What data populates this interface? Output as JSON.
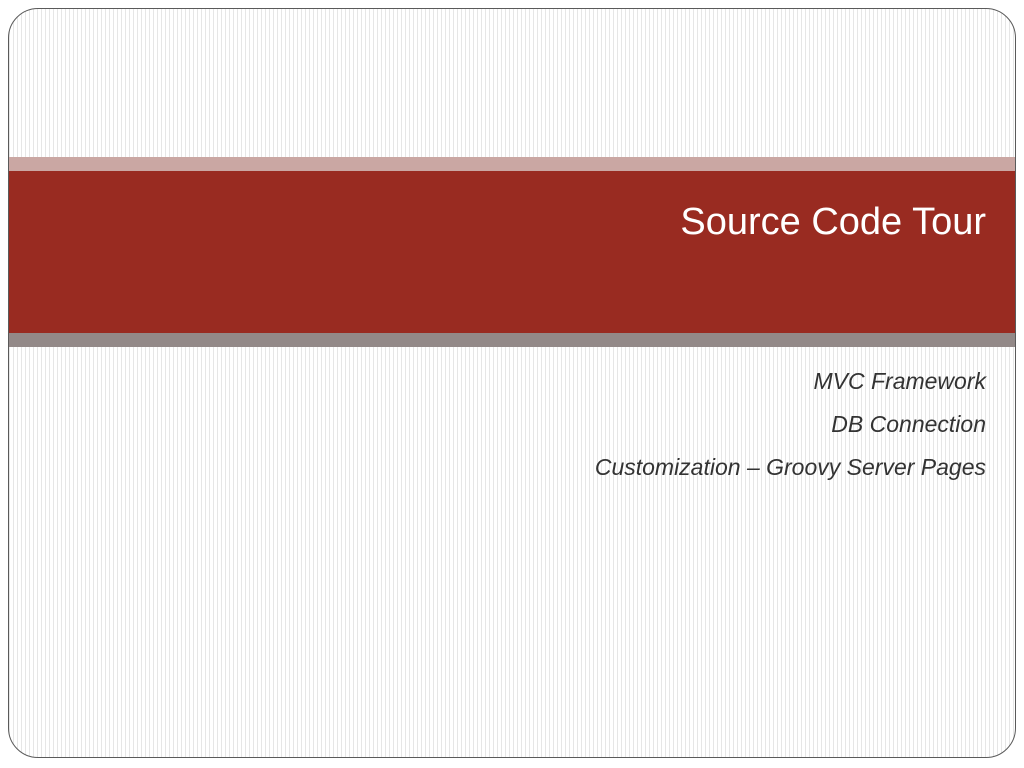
{
  "slide": {
    "title": "Source Code Tour",
    "subtitle_lines": [
      "MVC Framework",
      "DB Connection",
      "Customization – Groovy Server Pages"
    ]
  },
  "colors": {
    "accent_band": "#992b21",
    "band_top": "#caa7a3",
    "band_bottom": "#938988",
    "title_text": "#ffffff",
    "subtitle_text": "#333333"
  }
}
